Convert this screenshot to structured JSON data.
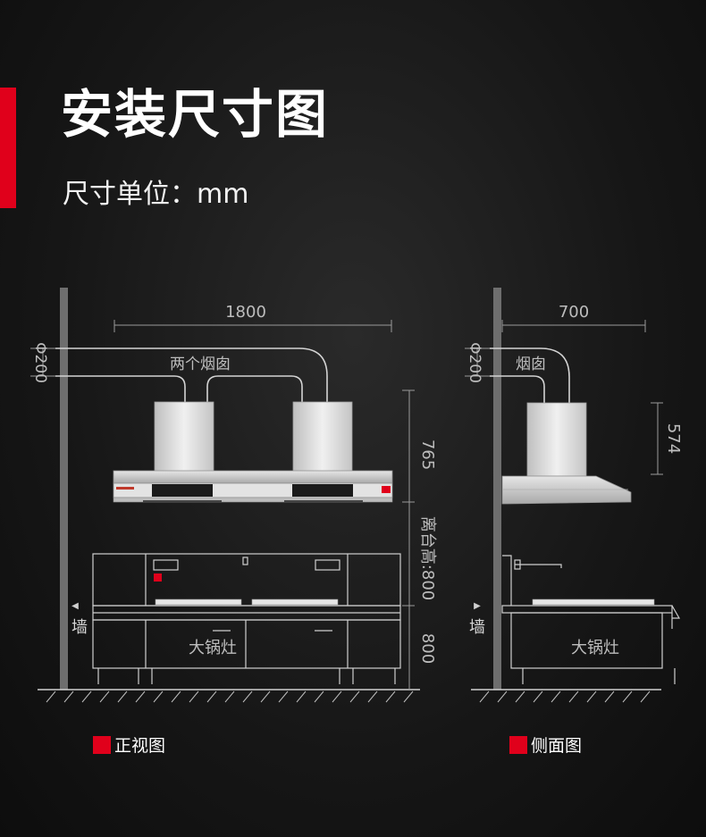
{
  "header": {
    "title": "安装尺寸图",
    "subtitle": "尺寸单位：mm"
  },
  "front_view": {
    "width_dim": "1800",
    "duct_dia": "Φ200",
    "duct_label": "两个烟囱",
    "hood_height_dim": "765",
    "clearance_label": "离台高:800",
    "stove_height_dim": "800",
    "wall_label": "墙",
    "stove_label": "大锅灶",
    "caption": "正视图"
  },
  "side_view": {
    "width_dim": "700",
    "duct_dia": "Φ200",
    "duct_label": "烟囱",
    "chimney_height_dim": "574",
    "wall_label": "墙",
    "stove_label": "大锅灶",
    "caption": "侧面图"
  },
  "colors": {
    "accent": "#e0001b",
    "wall": "#6e6e6e",
    "line": "#cfcfcf",
    "steel": "#d8d8d8"
  }
}
